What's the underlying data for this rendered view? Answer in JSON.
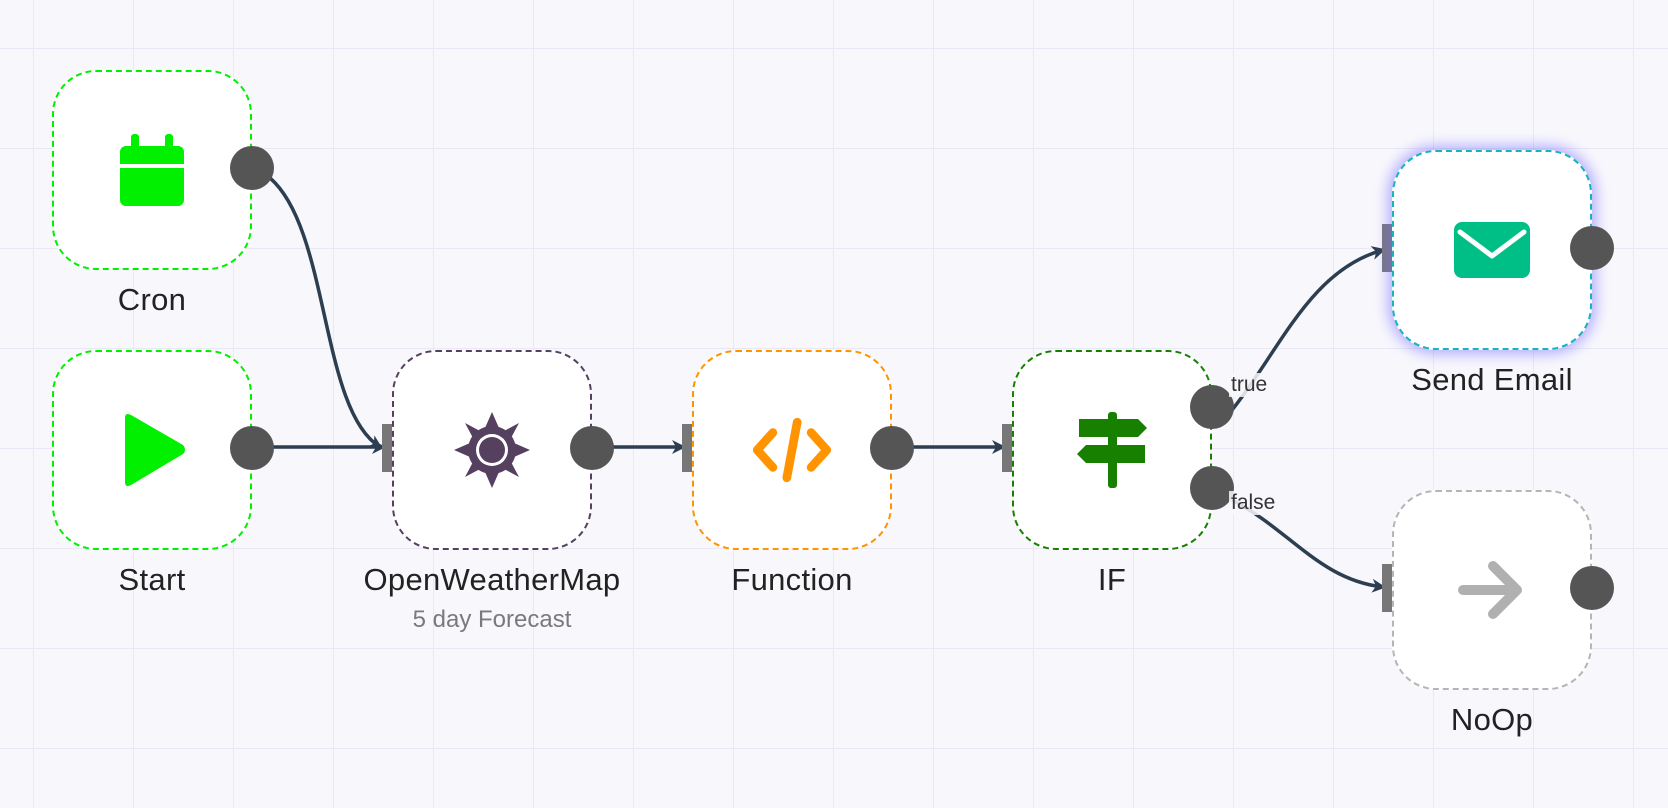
{
  "canvas": {
    "background": "#f8f8fc",
    "grid_color": "#e9e9f6"
  },
  "edge_color": "#2c3e50",
  "nodes": {
    "cron": {
      "label": "Cron",
      "icon": "calendar-icon",
      "color": "#00f000"
    },
    "start": {
      "label": "Start",
      "icon": "play-icon",
      "color": "#00f000"
    },
    "openweathermap": {
      "label": "OpenWeatherMap",
      "sublabel": "5 day Forecast",
      "icon": "sun-icon",
      "color": "#55405f"
    },
    "function": {
      "label": "Function",
      "icon": "code-icon",
      "color": "#ff9400"
    },
    "if": {
      "label": "IF",
      "icon": "signpost-icon",
      "color": "#188000"
    },
    "send_email": {
      "label": "Send Email",
      "icon": "envelope-icon",
      "color": "#00bf86",
      "border_color": "#16b4bf"
    },
    "noop": {
      "label": "NoOp",
      "icon": "arrow-right-icon",
      "color": "#b0b0b0"
    }
  },
  "branches": {
    "true_label": "true",
    "false_label": "false"
  }
}
